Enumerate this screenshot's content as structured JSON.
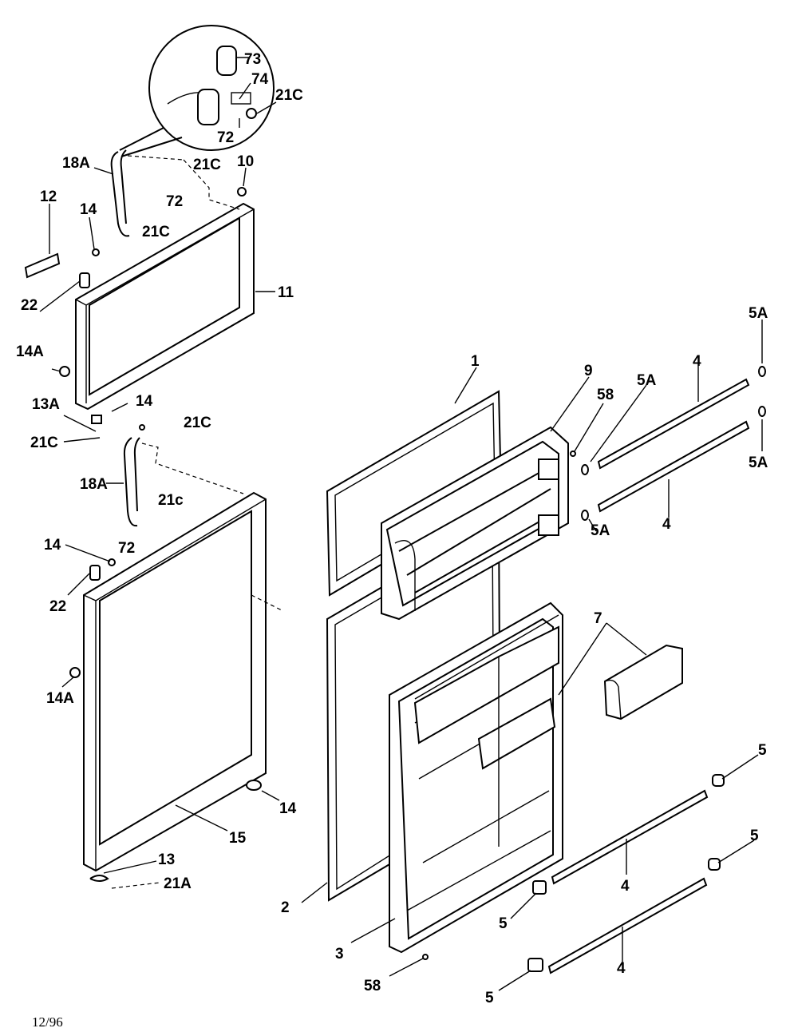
{
  "labels": {
    "l73": "73",
    "l74": "74",
    "l21c_zoom": "21C",
    "l72_zoom": "72",
    "l18a_top": "18A",
    "l21c_top": "21C",
    "l10": "10",
    "l72_top": "72",
    "l12": "12",
    "l14_top": "14",
    "l21c_mid": "21C",
    "l22_top": "22",
    "l11": "11",
    "l14a_top": "14A",
    "l13a": "13A",
    "l14_mid": "14",
    "l21c_left": "21C",
    "l21c_float": "21C",
    "l18a_bot": "18A",
    "l21c_lower": "21c",
    "l72_bot": "72",
    "l14_bot": "14",
    "l22_bot": "22",
    "l14a_bot": "14A",
    "l14_right": "14",
    "l15": "15",
    "l13": "13",
    "l21a": "21A",
    "l1": "1",
    "l9": "9",
    "l58_top": "58",
    "l5a_1": "5A",
    "l4_top": "4",
    "l5a_2": "5A",
    "l5a_3": "5A",
    "l4_mid": "4",
    "l5a_4": "5A",
    "l7": "7",
    "l2": "2",
    "l3": "3",
    "l58_bot": "58",
    "l5_a": "5",
    "l5_b": "5",
    "l4_c": "4",
    "l5_c": "5",
    "l4_d": "4",
    "l5_d": "5"
  },
  "date_mark": "12/96"
}
